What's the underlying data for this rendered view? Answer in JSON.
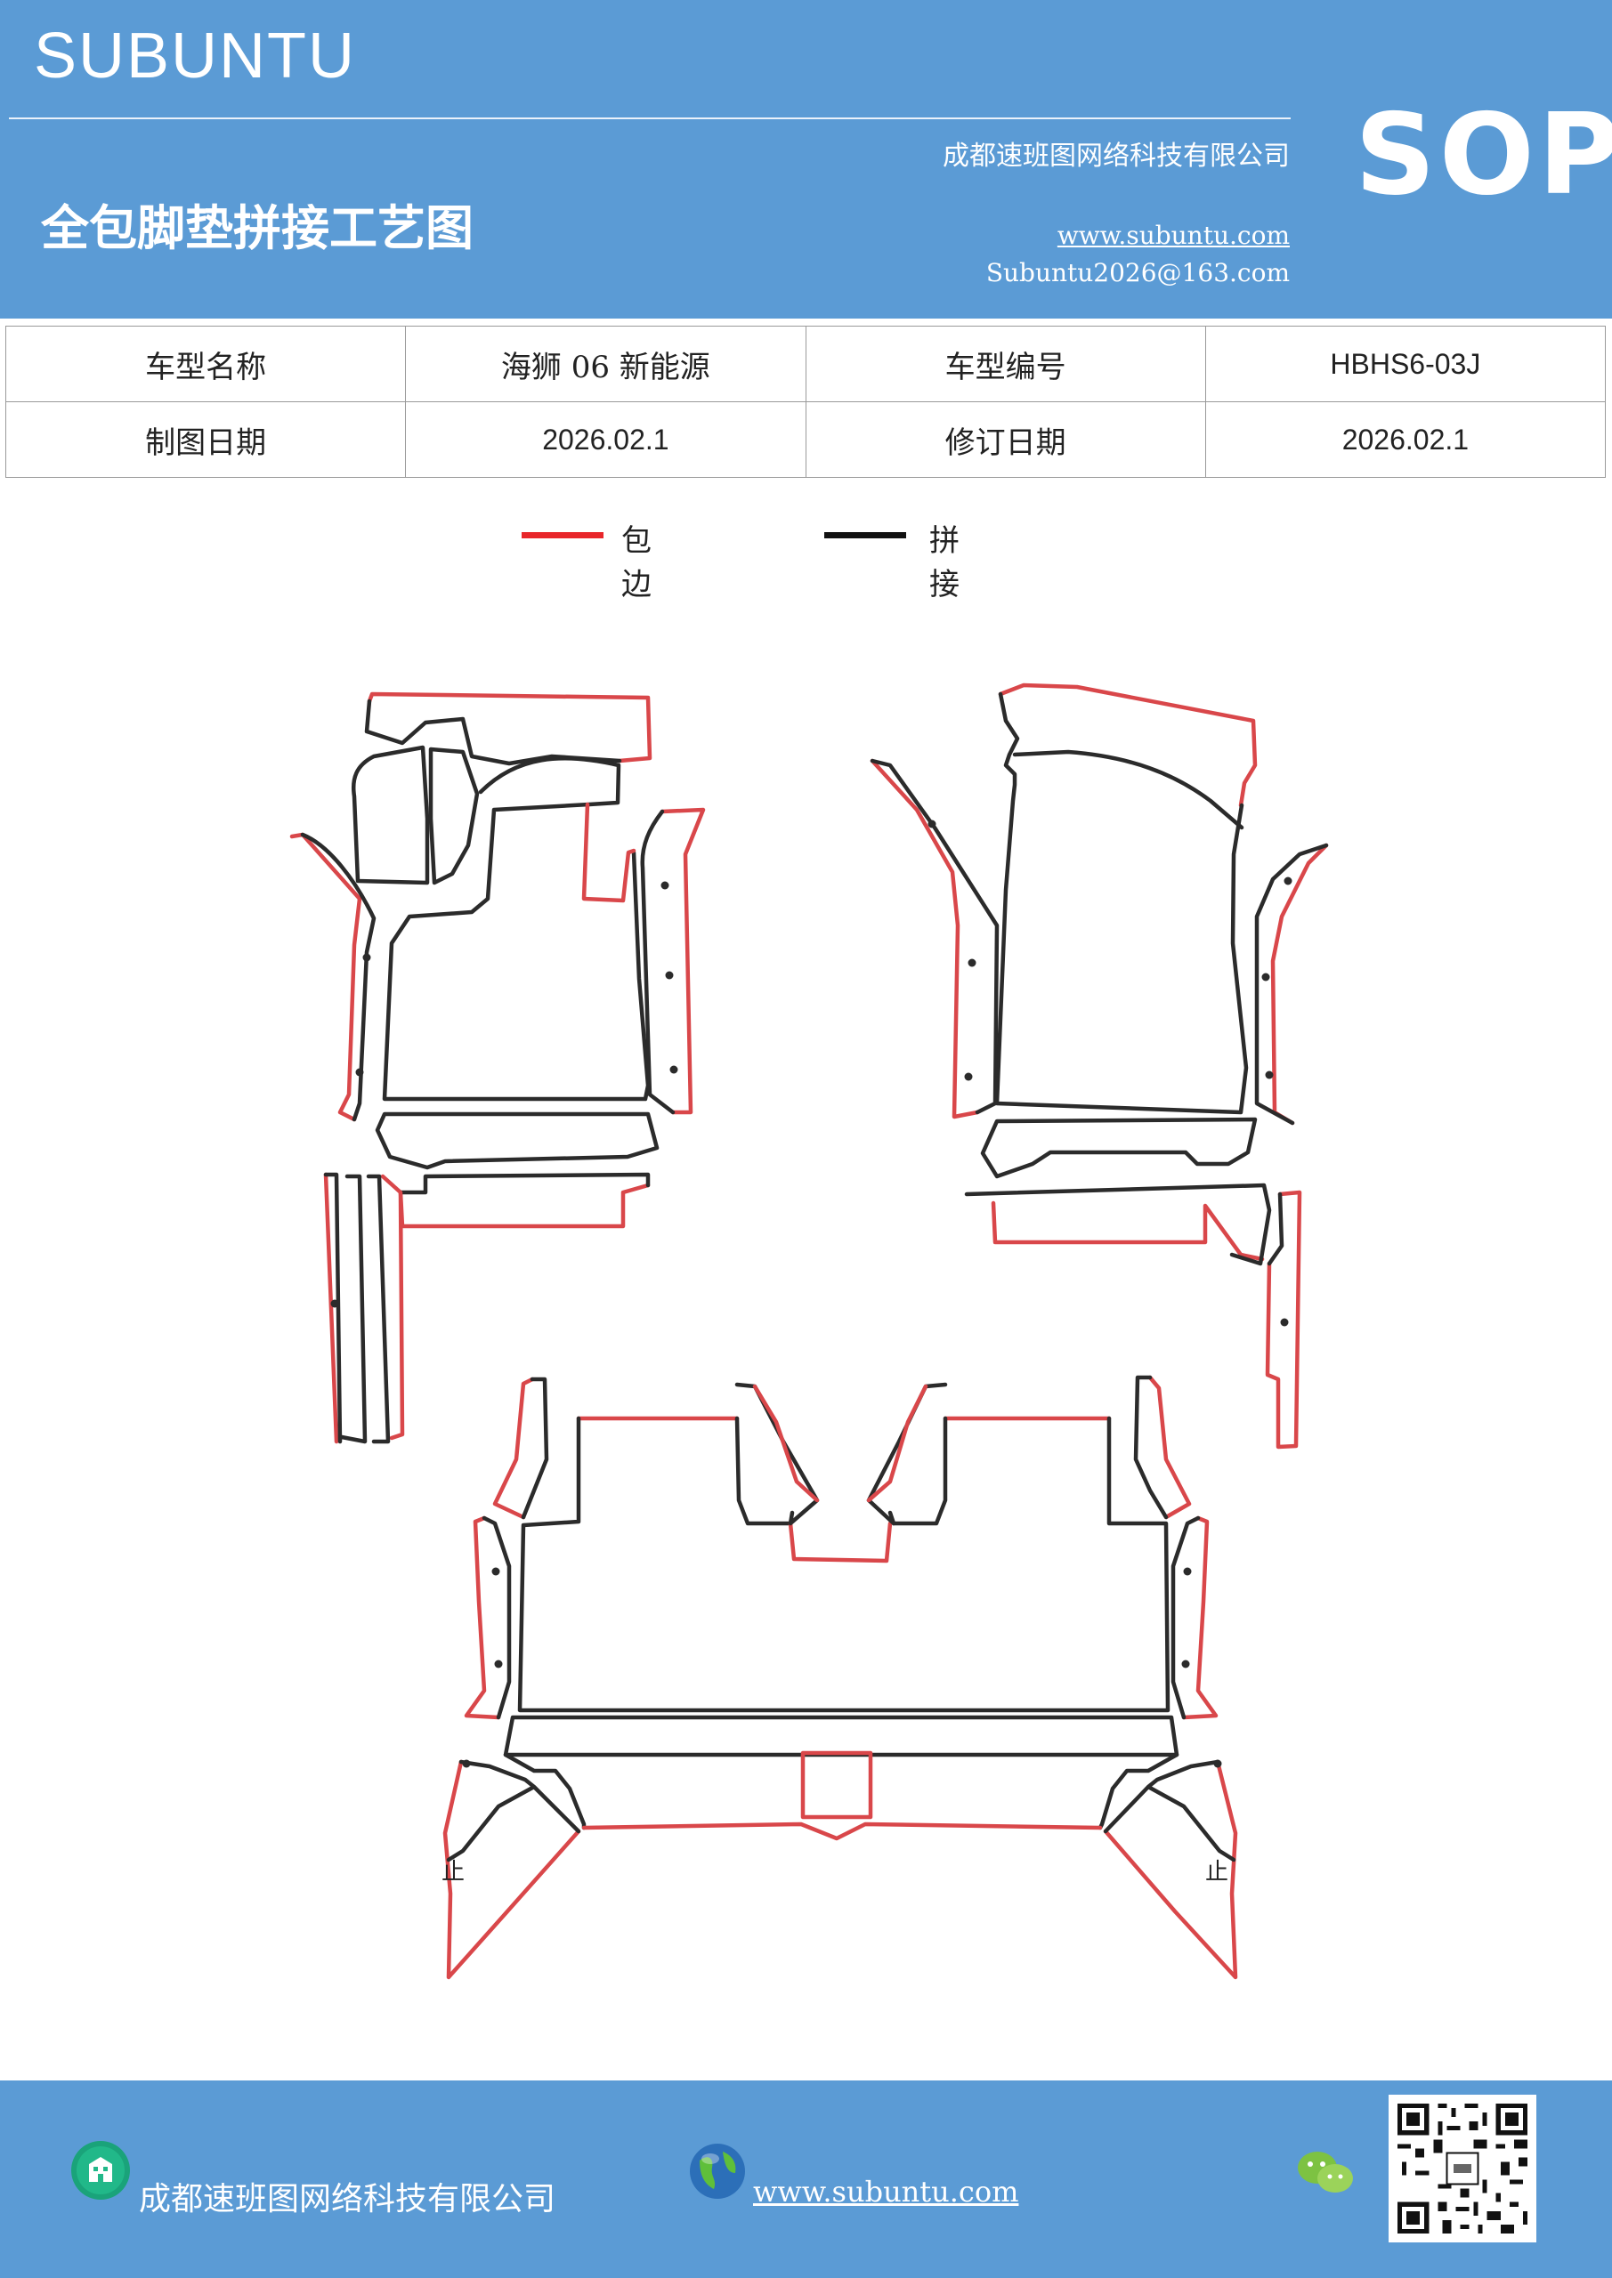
{
  "header": {
    "brand": "SUBUNTU",
    "company": "成都速班图网络科技有限公司",
    "title": "全包脚垫拼接工艺图",
    "website": "www.subuntu.com",
    "email": "Subuntu2026@163.com",
    "badge": "SOP",
    "background": "#5b9bd5"
  },
  "info_table": {
    "rows": [
      {
        "label1": "车型名称",
        "value1": "海狮 06 新能源",
        "label2": "车型编号",
        "value2": "HBHS6-03J"
      },
      {
        "label1": "制图日期",
        "value1": "2026.02.1",
        "label2": "修订日期",
        "value2": "2026.02.1"
      }
    ]
  },
  "legend": {
    "items": [
      {
        "label": "包边",
        "color": "#e8262a"
      },
      {
        "label": "拼接",
        "color": "#111111"
      }
    ]
  },
  "drawing": {
    "edge_color": "#d9474a",
    "seam_color": "#2b2b2b",
    "markers": [
      "止",
      "止"
    ]
  },
  "footer": {
    "company": "成都速班图网络科技有限公司",
    "website": "www.subuntu.com",
    "icons": [
      "building-icon",
      "globe-icon",
      "wechat-icon",
      "qr-code"
    ]
  }
}
